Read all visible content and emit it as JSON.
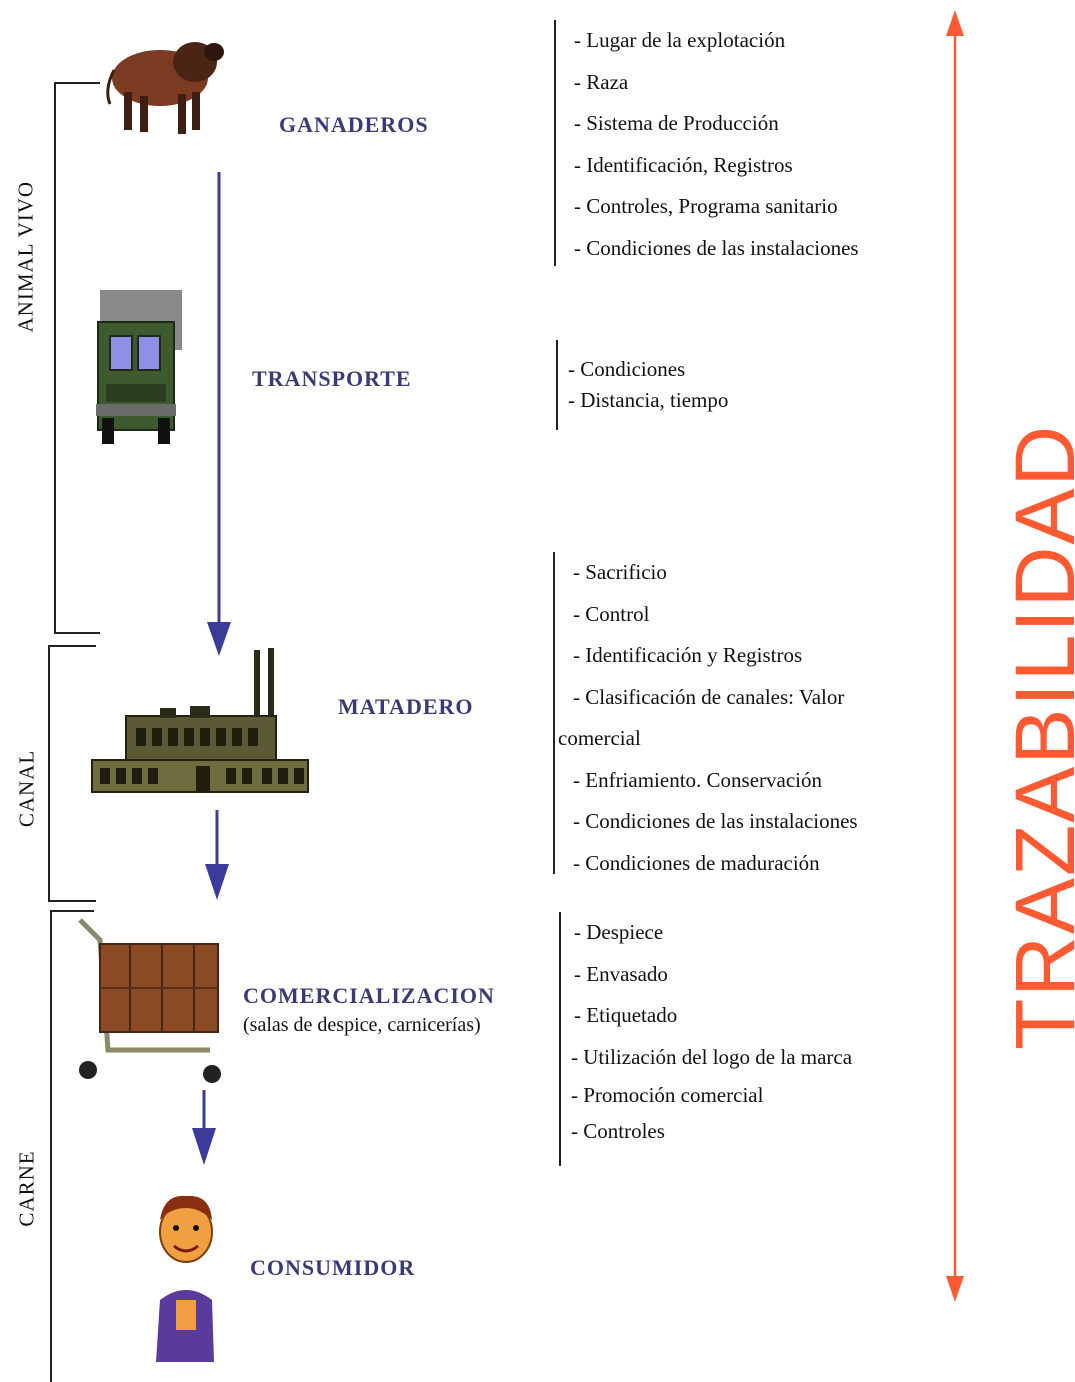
{
  "side_labels": {
    "animal_vivo": "ANIMAL VIVO",
    "canal": "CANAL",
    "carne": "CARNE"
  },
  "stages": {
    "ganaderos": {
      "label": "GANADEROS"
    },
    "transporte": {
      "label": "TRANSPORTE"
    },
    "matadero": {
      "label": "MATADERO"
    },
    "comercializacion": {
      "label": "COMERCIALIZACION",
      "sublabel": "(salas de despice, carnicerías)"
    },
    "consumidor": {
      "label": "CONSUMIDOR"
    }
  },
  "lists": {
    "ganaderos": [
      "- Lugar de la explotación",
      "- Raza",
      "- Sistema de Producción",
      "- Identificación, Registros",
      "- Controles, Programa sanitario",
      "- Condiciones de las instalaciones"
    ],
    "transporte": [
      "- Condiciones",
      "- Distancia, tiempo"
    ],
    "matadero": [
      "- Sacrificio",
      "- Control",
      "- Identificación y Registros",
      "- Clasificación de canales: Valor",
      "comercial",
      "- Enfriamiento. Conservación",
      "- Condiciones de las instalaciones",
      "- Condiciones de maduración"
    ],
    "comercializacion": [
      "- Despiece",
      "- Envasado",
      "- Etiquetado",
      "- Utilización del logo de la marca",
      "- Promoción comercial",
      "- Controles"
    ]
  },
  "trazabilidad": "TRAZABILIDAD",
  "icons": [
    "bull-icon",
    "truck-icon",
    "factory-icon",
    "cart-icon",
    "consumer-icon"
  ],
  "colors": {
    "arrow": "#3b3b9a",
    "trazabilidad": "#ff5a32",
    "stage_label": "#3a3a78"
  }
}
